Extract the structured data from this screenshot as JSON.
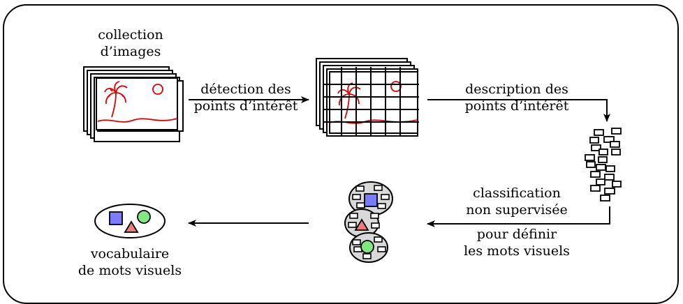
{
  "diagram": {
    "nodes": {
      "collection": {
        "line1": "collection",
        "line2": "d’images"
      },
      "vocabulaire": {
        "line1": "vocabulaire",
        "line2": "de mots visuels"
      }
    },
    "edges": {
      "detection": {
        "line1": "détection des",
        "line2": "points d’intérêt"
      },
      "description": {
        "line1": "description des",
        "line2": "points d’intérêt"
      },
      "classification": {
        "line1": "classification",
        "line2": "non supervisée",
        "line3": "pour définir",
        "line4": "les mots visuels"
      }
    },
    "colors": {
      "sketch": "#e00000",
      "square": "#7b7bff",
      "triangle": "#f07c7c",
      "circle": "#7fe87f",
      "cluster_fill": "#d9d9d9",
      "stroke": "#000000"
    }
  }
}
